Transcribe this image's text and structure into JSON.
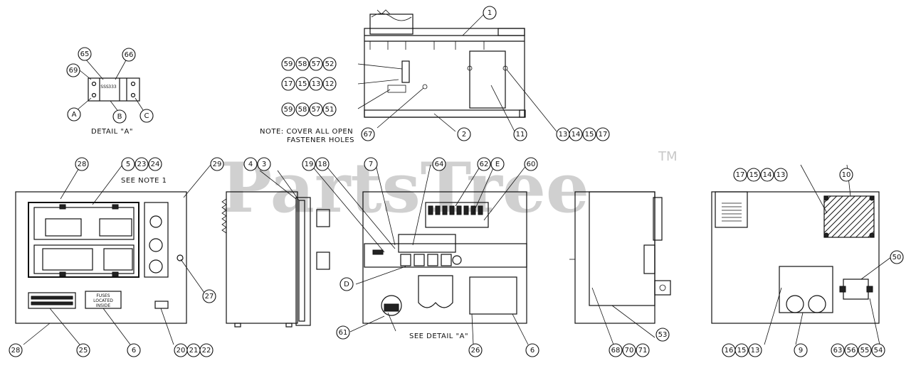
{
  "watermark": "PartsTree",
  "trademark": "TM",
  "labels": {
    "detail_a": "DETAIL \"A\"",
    "note_cover_1": "NOTE: COVER ALL OPEN",
    "note_cover_2": "FASTENER HOLES",
    "see_note_1": "SEE NOTE 1",
    "see_detail_a": "SEE DETAIL \"A\"",
    "panel_sign_1": "FUSES",
    "panel_sign_2": "LOCATED",
    "panel_sign_3": "INSIDE"
  },
  "callouts": [
    {
      "id": "c-65",
      "text": "65"
    },
    {
      "id": "c-66",
      "text": "66"
    },
    {
      "id": "c-69",
      "text": "69"
    },
    {
      "id": "c-a1",
      "text": "A"
    },
    {
      "id": "c-b1",
      "text": "B"
    },
    {
      "id": "c-c1",
      "text": "C"
    },
    {
      "id": "c-1",
      "text": "1"
    },
    {
      "id": "c-59a",
      "text": "59"
    },
    {
      "id": "c-58a",
      "text": "58"
    },
    {
      "id": "c-57a",
      "text": "57"
    },
    {
      "id": "c-52",
      "text": "52"
    },
    {
      "id": "c-17a",
      "text": "17"
    },
    {
      "id": "c-15a",
      "text": "15"
    },
    {
      "id": "c-13a",
      "text": "13"
    },
    {
      "id": "c-12",
      "text": "12"
    },
    {
      "id": "c-59b",
      "text": "59"
    },
    {
      "id": "c-58b",
      "text": "58"
    },
    {
      "id": "c-57b",
      "text": "57"
    },
    {
      "id": "c-51",
      "text": "51"
    },
    {
      "id": "c-67",
      "text": "67"
    },
    {
      "id": "c-2",
      "text": "2"
    },
    {
      "id": "c-11",
      "text": "11"
    },
    {
      "id": "c-13b",
      "text": "13"
    },
    {
      "id": "c-14b",
      "text": "14"
    },
    {
      "id": "c-15b",
      "text": "15"
    },
    {
      "id": "c-17b",
      "text": "17"
    },
    {
      "id": "c-28a",
      "text": "28"
    },
    {
      "id": "c-5",
      "text": "5"
    },
    {
      "id": "c-23",
      "text": "23"
    },
    {
      "id": "c-24",
      "text": "24"
    },
    {
      "id": "c-29",
      "text": "29"
    },
    {
      "id": "c-27",
      "text": "27"
    },
    {
      "id": "c-28b",
      "text": "28"
    },
    {
      "id": "c-25",
      "text": "25"
    },
    {
      "id": "c-6a",
      "text": "6"
    },
    {
      "id": "c-20",
      "text": "20"
    },
    {
      "id": "c-21",
      "text": "21"
    },
    {
      "id": "c-22",
      "text": "22"
    },
    {
      "id": "c-4",
      "text": "4"
    },
    {
      "id": "c-3",
      "text": "3"
    },
    {
      "id": "c-19",
      "text": "19"
    },
    {
      "id": "c-18",
      "text": "18"
    },
    {
      "id": "c-7",
      "text": "7"
    },
    {
      "id": "c-64",
      "text": "64"
    },
    {
      "id": "c-62",
      "text": "62"
    },
    {
      "id": "c-e",
      "text": "E"
    },
    {
      "id": "c-60",
      "text": "60"
    },
    {
      "id": "c-d",
      "text": "D"
    },
    {
      "id": "c-61",
      "text": "61"
    },
    {
      "id": "c-26",
      "text": "26"
    },
    {
      "id": "c-6b",
      "text": "6"
    },
    {
      "id": "c-53",
      "text": "53"
    },
    {
      "id": "c-68",
      "text": "68"
    },
    {
      "id": "c-70",
      "text": "70"
    },
    {
      "id": "c-71",
      "text": "71"
    },
    {
      "id": "c-17c",
      "text": "17"
    },
    {
      "id": "c-15c",
      "text": "15"
    },
    {
      "id": "c-14c",
      "text": "14"
    },
    {
      "id": "c-13c",
      "text": "13"
    },
    {
      "id": "c-10",
      "text": "10"
    },
    {
      "id": "c-50",
      "text": "50"
    },
    {
      "id": "c-16",
      "text": "16"
    },
    {
      "id": "c-15d",
      "text": "15"
    },
    {
      "id": "c-13d",
      "text": "13"
    },
    {
      "id": "c-9",
      "text": "9"
    },
    {
      "id": "c-63",
      "text": "63"
    },
    {
      "id": "c-56",
      "text": "56"
    },
    {
      "id": "c-55",
      "text": "55"
    },
    {
      "id": "c-54",
      "text": "54"
    }
  ]
}
